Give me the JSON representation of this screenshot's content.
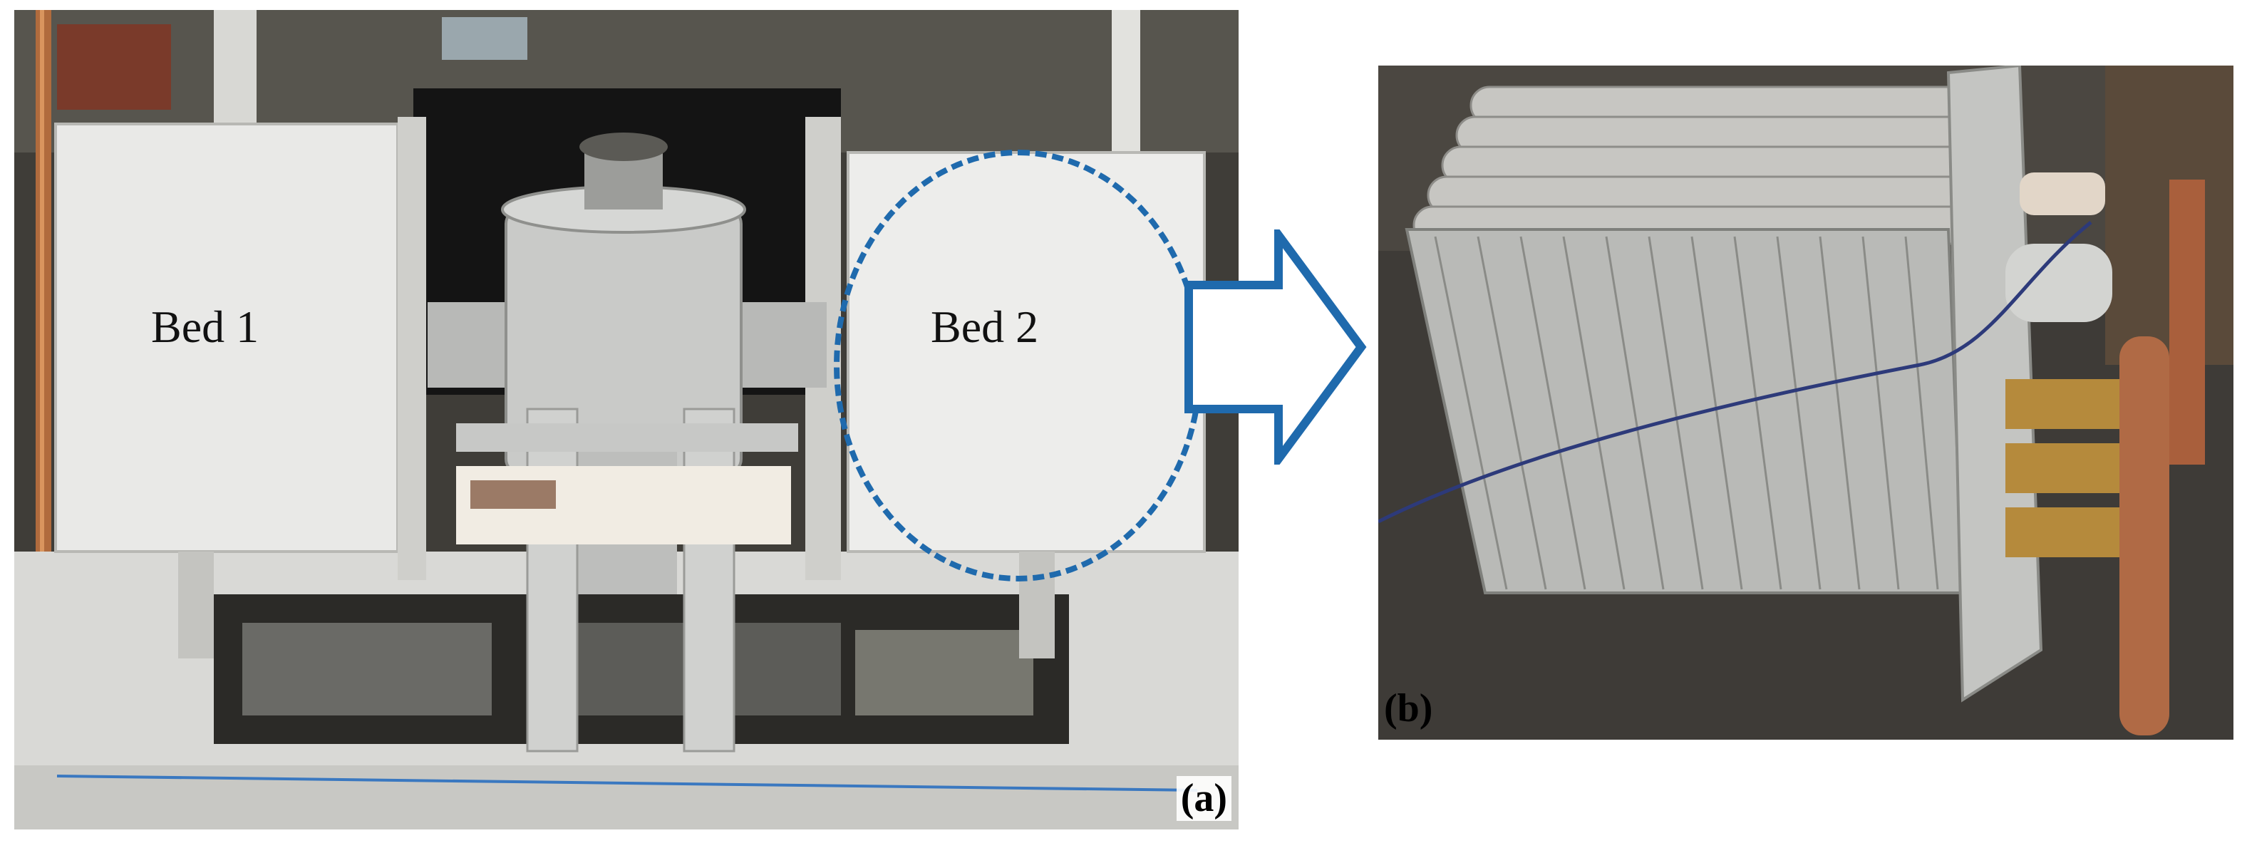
{
  "figure": {
    "panel_a": {
      "bed1_label": "Bed 1",
      "bed2_label": "Bed 2",
      "panel_tag": "(a)"
    },
    "panel_b": {
      "panel_tag": "(b)"
    },
    "colors": {
      "highlight": "#1f6aad",
      "arrow": "#1f6aad"
    }
  }
}
